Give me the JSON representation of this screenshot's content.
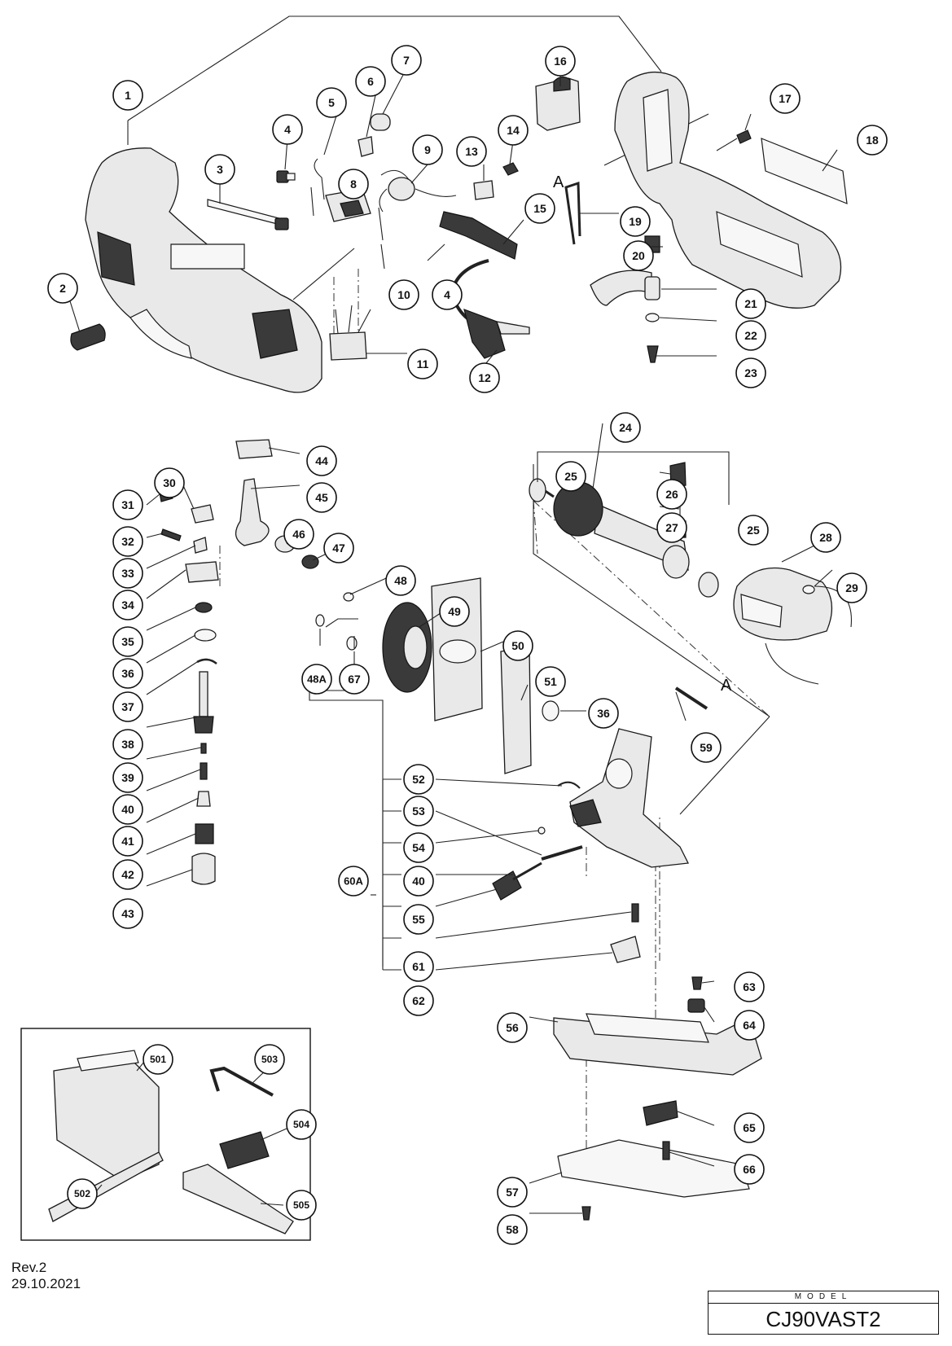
{
  "diagram": {
    "callouts": {
      "c1": "1",
      "c2": "2",
      "c3": "3",
      "c4a": "4",
      "c4b": "4",
      "c5": "5",
      "c6": "6",
      "c7": "7",
      "c8": "8",
      "c9": "9",
      "c10": "10",
      "c11": "11",
      "c12": "12",
      "c13": "13",
      "c14": "14",
      "c15": "15",
      "c16": "16",
      "c17": "17",
      "c18": "18",
      "c19": "19",
      "c20": "20",
      "c21": "21",
      "c22": "22",
      "c23": "23",
      "c24": "24",
      "c25a": "25",
      "c25b": "25",
      "c26": "26",
      "c27": "27",
      "c28": "28",
      "c29": "29",
      "c30": "30",
      "c31": "31",
      "c32": "32",
      "c33": "33",
      "c34": "34",
      "c35": "35",
      "c36a": "36",
      "c36b": "36",
      "c37": "37",
      "c38": "38",
      "c39": "39",
      "c40a": "40",
      "c40b": "40",
      "c41": "41",
      "c42": "42",
      "c43": "43",
      "c44": "44",
      "c45": "45",
      "c46": "46",
      "c47": "47",
      "c48": "48",
      "c48a": "48A",
      "c49": "49",
      "c50": "50",
      "c51": "51",
      "c52": "52",
      "c53": "53",
      "c54": "54",
      "c55": "55",
      "c56": "56",
      "c57": "57",
      "c58": "58",
      "c59": "59",
      "c60a": "60A",
      "c61": "61",
      "c62": "62",
      "c63": "63",
      "c64": "64",
      "c65": "65",
      "c66": "66",
      "c67": "67",
      "c501": "501",
      "c502": "502",
      "c503": "503",
      "c504": "504",
      "c505": "505"
    },
    "markers": {
      "a_top": "A",
      "a_mid": "A"
    }
  },
  "footer": {
    "revision": "Rev.2",
    "date": "29.10.2021",
    "model_label": "MODEL",
    "model_value": "CJ90VAST2"
  }
}
